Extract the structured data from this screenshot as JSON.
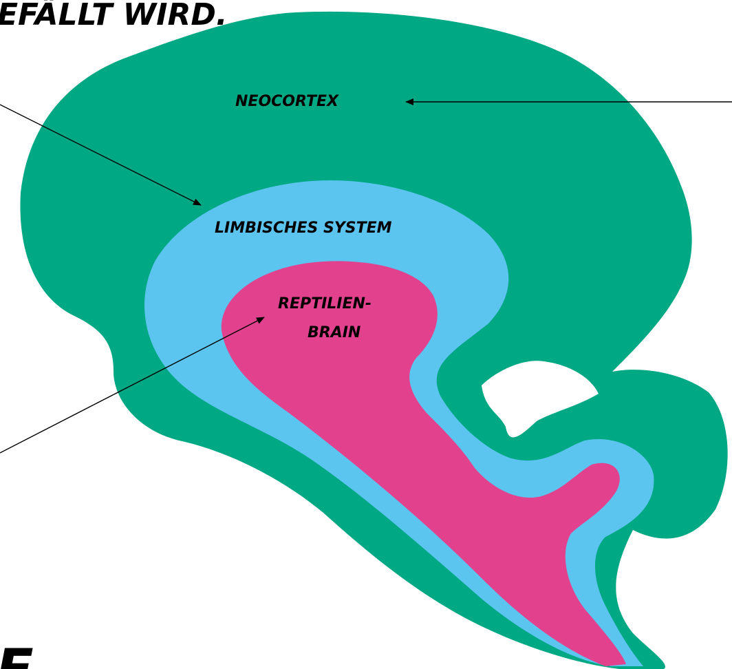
{
  "headline_top": "EFÄLLT WIRD.",
  "headline_bottom": "E",
  "colors": {
    "neocortex": "#00A884",
    "limbic": "#5BC5F0",
    "reptilian": "#E2418E",
    "arrow": "#000000"
  },
  "regions": {
    "neocortex": "NEOCORTEX",
    "limbic": "LIMBISCHES SYSTEM",
    "reptilian_line1": "REPTILIEN-",
    "reptilian_line2": "BRAIN"
  }
}
